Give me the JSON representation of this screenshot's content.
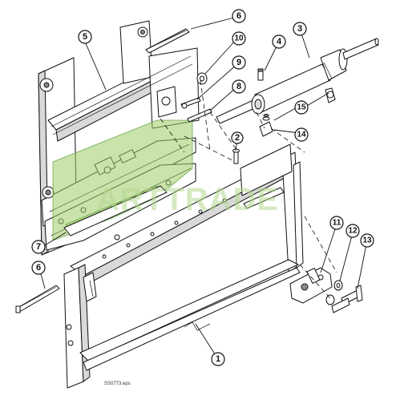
{
  "figure": {
    "file_name": "SS0773.eps",
    "watermark": "ARTTRADE"
  },
  "callouts": [
    {
      "id": "c1",
      "label": "1"
    },
    {
      "id": "c2",
      "label": "2"
    },
    {
      "id": "c3",
      "label": "3"
    },
    {
      "id": "c4",
      "label": "4"
    },
    {
      "id": "c5",
      "label": "5"
    },
    {
      "id": "c6a",
      "label": "6"
    },
    {
      "id": "c6b",
      "label": "6"
    },
    {
      "id": "c7",
      "label": "7"
    },
    {
      "id": "c8",
      "label": "8"
    },
    {
      "id": "c9",
      "label": "9"
    },
    {
      "id": "c10",
      "label": "10"
    },
    {
      "id": "c11",
      "label": "11"
    },
    {
      "id": "c12",
      "label": "12"
    },
    {
      "id": "c13",
      "label": "13"
    },
    {
      "id": "c14",
      "label": "14"
    },
    {
      "id": "c15",
      "label": "15"
    }
  ]
}
